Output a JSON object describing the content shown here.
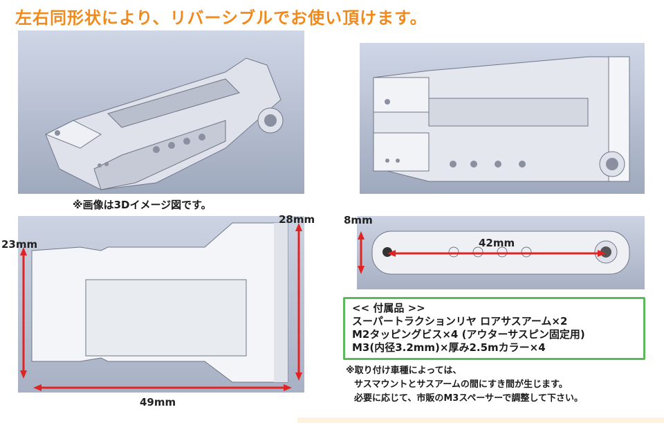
{
  "headline": "左右同形状により、リバーシブルでお使い頂けます。",
  "image_caption": "※画像は3Dイメージ図です。",
  "dimensions": {
    "height_left": "23mm",
    "height_right": "28mm",
    "width_bottom": "49mm",
    "thickness": "8mm",
    "hole_span": "42mm"
  },
  "accessories": {
    "title": "<< 付属品 >>",
    "items": [
      "スーパートラクションリヤ ロアサスアーム×2",
      "M2タッピングビス×4 (アウターサスピン固定用)",
      "M3(内径3.2mm)×厚み2.5mカラー×4"
    ]
  },
  "notes": [
    "※取り付け車種によっては、",
    "サスマウントとサスアームの間にすき間が生じます。",
    "必要に応じて、市販のM3スペーサーで調整して下さい。"
  ],
  "colors": {
    "headline": "#f08a1c",
    "dimension_line": "#e02424",
    "box_border": "#5cb85c"
  }
}
